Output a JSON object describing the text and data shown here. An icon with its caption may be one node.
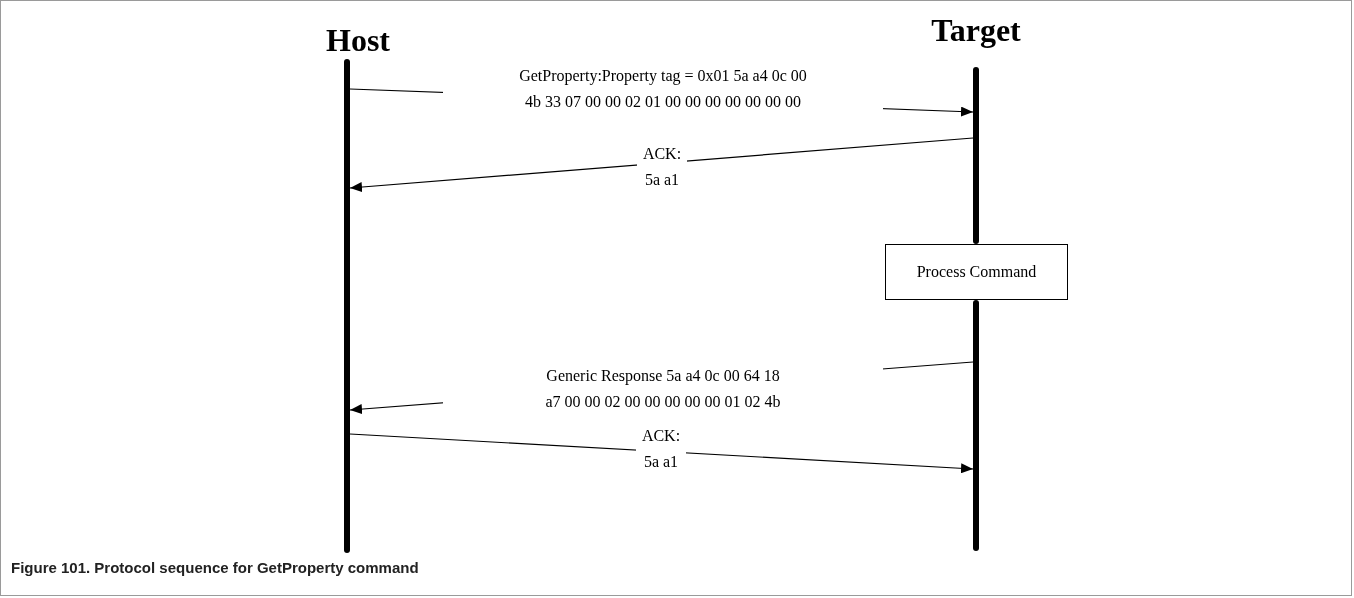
{
  "diagram": {
    "caption": "Figure 101.  Protocol sequence for GetProperty command",
    "nodes": [
      {
        "text": [
          "Host"
        ]
      },
      {
        "text": [
          "Target"
        ]
      },
      {
        "text": [
          "Process Command"
        ]
      }
    ],
    "edges": [
      {
        "from": 0,
        "to": 1,
        "arrow": "to",
        "label": "GetProperty:Property tag = 0x01 5a a4 0c 00 4b 33 07 00 00 02 01 00 00 00 00 00 00 00"
      },
      {
        "from": 1,
        "to": 0,
        "arrow": "to",
        "label": "ACK: 5a a1"
      },
      {
        "from": 1,
        "to": 0,
        "arrow": "to",
        "label": "Generic Response 5a a4 0c 00 64 18 a7 00 00 02 00 00 00 00 00 01 02 4b"
      },
      {
        "from": 0,
        "to": 1,
        "arrow": "to",
        "label": "ACK: 5a a1"
      }
    ]
  }
}
